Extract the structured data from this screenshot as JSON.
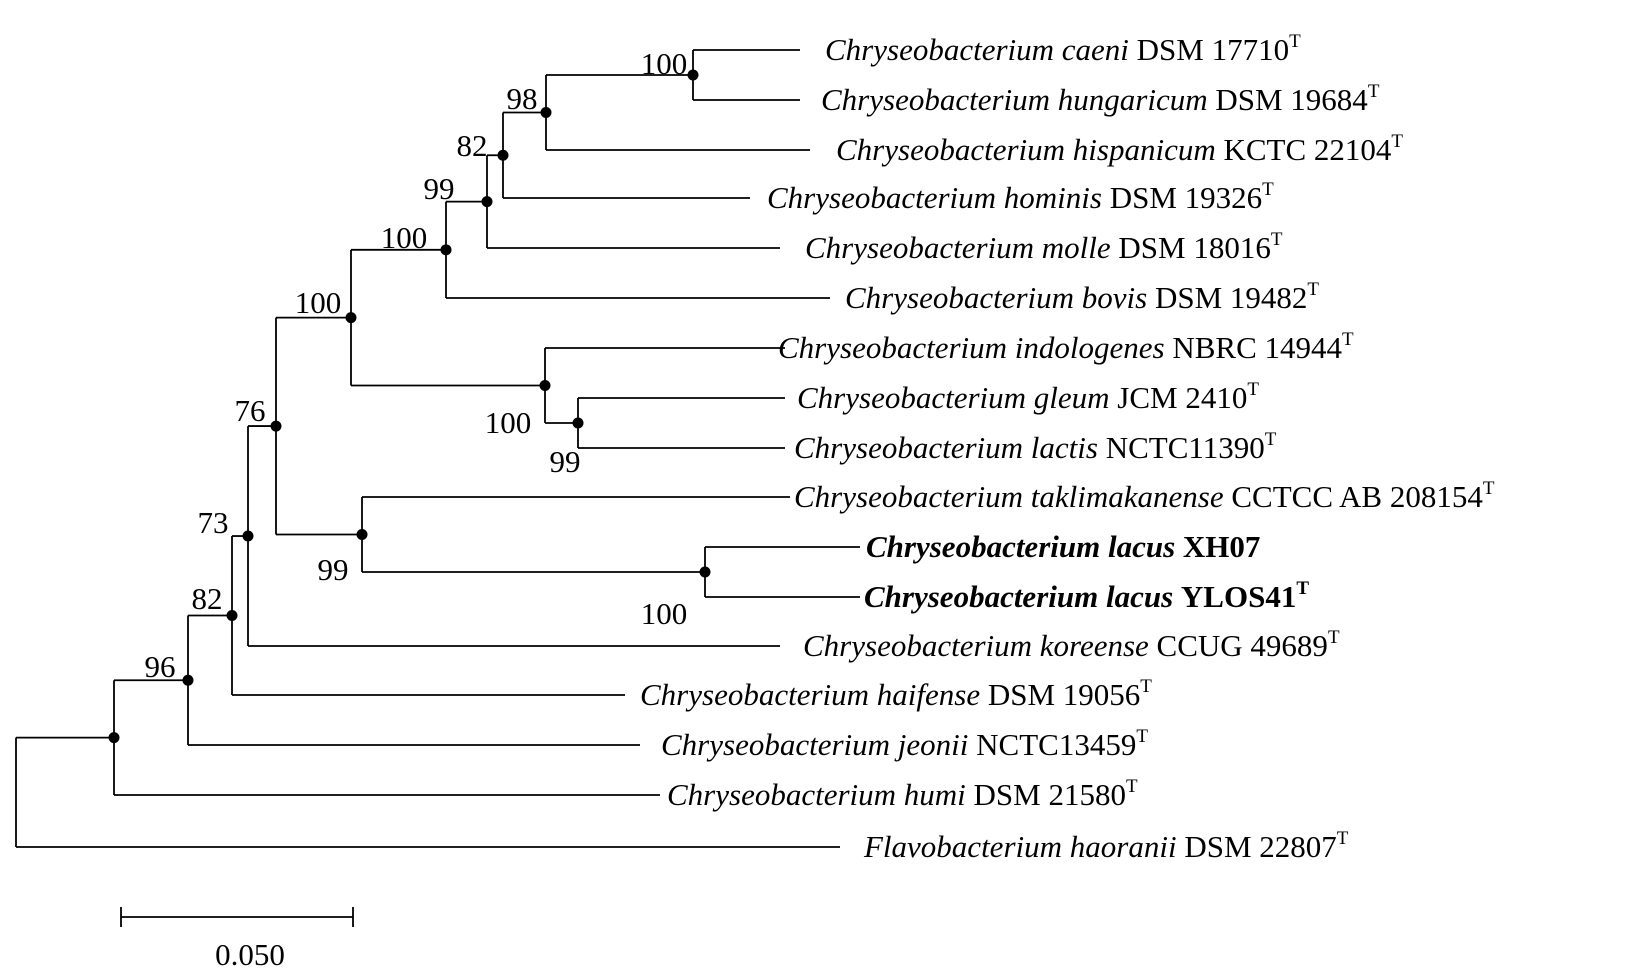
{
  "taxa": [
    {
      "id": "caeni",
      "genus": "Chryseobacterium",
      "species": "caeni",
      "strain": "DSM 17710",
      "type_strain": "T",
      "bold": false
    },
    {
      "id": "hungaricum",
      "genus": "Chryseobacterium",
      "species": "hungaricum",
      "strain": "DSM 19684",
      "type_strain": "T",
      "bold": false
    },
    {
      "id": "hispanicum",
      "genus": "Chryseobacterium",
      "species": "hispanicum",
      "strain": "KCTC 22104",
      "type_strain": "T",
      "bold": false
    },
    {
      "id": "hominis",
      "genus": "Chryseobacterium",
      "species": "hominis",
      "strain": "DSM 19326",
      "type_strain": "T",
      "bold": false
    },
    {
      "id": "molle",
      "genus": "Chryseobacterium",
      "species": "molle",
      "strain": "DSM 18016",
      "type_strain": "T",
      "bold": false
    },
    {
      "id": "bovis",
      "genus": "Chryseobacterium",
      "species": "bovis",
      "strain": "DSM 19482",
      "type_strain": "T",
      "bold": false
    },
    {
      "id": "indologenes",
      "genus": "Chryseobacterium",
      "species": "indologenes",
      "strain": "NBRC 14944",
      "type_strain": "T",
      "bold": false
    },
    {
      "id": "gleum",
      "genus": "Chryseobacterium",
      "species": "gleum",
      "strain": "JCM 2410",
      "type_strain": "T",
      "bold": false
    },
    {
      "id": "lactis",
      "genus": "Chryseobacterium",
      "species": "lactis",
      "strain": "NCTC11390",
      "type_strain": "T",
      "bold": false
    },
    {
      "id": "taklimakanense",
      "genus": "Chryseobacterium",
      "species": "taklimakanense",
      "strain": "CCTCC AB 208154",
      "type_strain": "T",
      "bold": false
    },
    {
      "id": "lacus-xh07",
      "genus": "Chryseobacterium",
      "species": "lacus",
      "strain": "XH07",
      "type_strain": "",
      "bold": true
    },
    {
      "id": "lacus-ylos41",
      "genus": "Chryseobacterium",
      "species": "lacus",
      "strain": "YLOS41",
      "type_strain": "T",
      "bold": true
    },
    {
      "id": "koreense",
      "genus": "Chryseobacterium",
      "species": "koreense",
      "strain": "CCUG 49689",
      "type_strain": "T",
      "bold": false
    },
    {
      "id": "haifense",
      "genus": "Chryseobacterium",
      "species": "haifense",
      "strain": "DSM 19056",
      "type_strain": "T",
      "bold": false
    },
    {
      "id": "jeonii",
      "genus": "Chryseobacterium",
      "species": "jeonii",
      "strain": "NCTC13459",
      "type_strain": "T",
      "bold": false
    },
    {
      "id": "humi",
      "genus": "Chryseobacterium",
      "species": "humi",
      "strain": "DSM 21580",
      "type_strain": "T",
      "bold": false
    },
    {
      "id": "haoranii",
      "genus": "Flavobacterium",
      "species": "haoranii",
      "strain": "DSM 22807",
      "type_strain": "T",
      "bold": false
    }
  ],
  "bootstrap_values": {
    "caeni-hungaricum": "100",
    "hispanicum-clade": "98",
    "hominis-clade": "82",
    "molle-clade": "99",
    "bovis-clade": "100",
    "main-clade": "100",
    "indologenes-clade": "100",
    "gleum-lactis": "99",
    "ingroup-core": "76",
    "taklimakanense-clade": "99",
    "lacus-pair": "100",
    "koreense-clade": "73",
    "haifense-clade": "82",
    "jeonii-clade": "96"
  },
  "scale_bar": {
    "label": "0.050"
  }
}
